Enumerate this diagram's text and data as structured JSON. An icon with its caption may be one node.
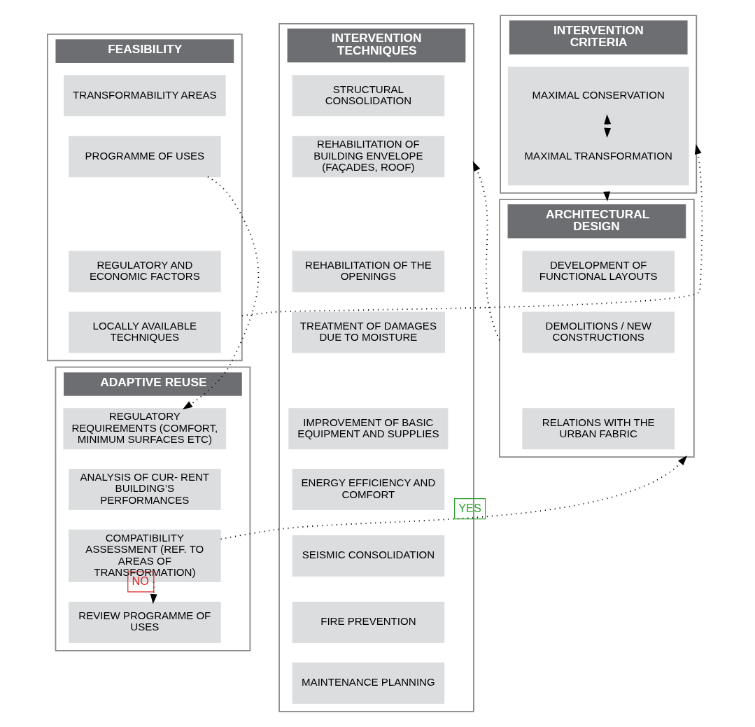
{
  "diagram": {
    "nodes": [
      {
        "text": [
          "FEASIBILITY"
        ]
      },
      {
        "text": [
          "TRANSFORMABILITY AREAS"
        ],
        "in": 0
      },
      {
        "text": [
          "PROGRAMME OF USES"
        ],
        "in": 0
      },
      {
        "text": [
          "REGULATORY AND ECONOMIC FACTORS"
        ],
        "in": 0
      },
      {
        "text": [
          "LOCALLY AVAILABLE TECHNIQUES"
        ],
        "in": 0
      },
      {
        "text": [
          "INTERVENTION CRITERIA"
        ]
      },
      {
        "text": [],
        "shape": "box",
        "in": 5
      },
      {
        "text": [
          "MAXIMAL CONSERVATION"
        ],
        "in": 6
      },
      {
        "text": [
          "MAXIMAL TRANSFORMATION"
        ],
        "in": 6
      },
      {
        "text": [
          "ADAPTIVE REUSE"
        ]
      },
      {
        "text": [
          "REGULATORY REQUIREMENTS (COMFORT, MINIMUM SURFACES ETC)"
        ],
        "in": 9
      },
      {
        "text": [
          "ANALYSIS OF CUR- RENT BUILDING’S PERFORMANCES"
        ],
        "in": 9
      },
      {
        "text": [
          "COMPATIBILITY ASSESSMENT (REF. TO AREAS OF TRANSFORMATION)"
        ],
        "in": 9
      },
      {
        "text": [
          "REVIEW PROGRAMME OF USES"
        ],
        "in": 9
      },
      {
        "text": [
          "ARCHITECTURAL DESIGN"
        ]
      },
      {
        "text": [
          "DEVELOPMENT OF FUNCTIONAL LAYOUTS"
        ],
        "in": 14
      },
      {
        "text": [
          "DEMOLITIONS / NEW CONSTRUCTIONS"
        ],
        "in": 14
      },
      {
        "text": [
          "RELATIONS WITH THE URBAN FABRIC"
        ],
        "in": 14
      },
      {
        "text": [
          "INTERVENTION TECHNIQUES"
        ]
      },
      {
        "text": [
          "STRUCTURAL CONSOLIDATION"
        ],
        "in": 18
      },
      {
        "text": [
          "REHABILITATION OF BUILDING ENVELOPE (FAÇADES, ROOF)"
        ],
        "in": 18
      },
      {
        "text": [
          "REHABILITATION OF THE OPENINGS"
        ],
        "in": 18
      },
      {
        "text": [
          "TREATMENT OF DAMAGES DUE TO MOISTURE"
        ],
        "in": 18
      },
      {
        "text": [
          "IMPROVEMENT OF BASIC EQUIPMENT AND SUPPLIES"
        ],
        "in": 18
      },
      {
        "text": [
          "ENERGY EFFICIENCY AND COMFORT"
        ],
        "in": 18
      },
      {
        "text": [
          "SEISMIC CONSOLIDATION"
        ],
        "in": 18
      },
      {
        "text": [
          "FIRE PREVENTION"
        ],
        "in": 18
      },
      {
        "text": [
          "MAINTENANCE PLANNING"
        ],
        "in": 18
      }
    ],
    "edges": [
      {
        "from": 0,
        "to": 5,
        "arrow": "to"
      },
      {
        "from": 7,
        "to": 8,
        "arrow": "both"
      },
      {
        "from": 5,
        "to": 14,
        "arrow": "to"
      },
      {
        "from": 14,
        "to": 18,
        "arrow": "to"
      },
      {
        "from": 2,
        "to": 10,
        "arrow": "to"
      },
      {
        "from": 12,
        "to": 14,
        "arrow": "to",
        "label": "YES"
      },
      {
        "from": 12,
        "to": 13,
        "arrow": "to",
        "label": "NO"
      }
    ]
  }
}
